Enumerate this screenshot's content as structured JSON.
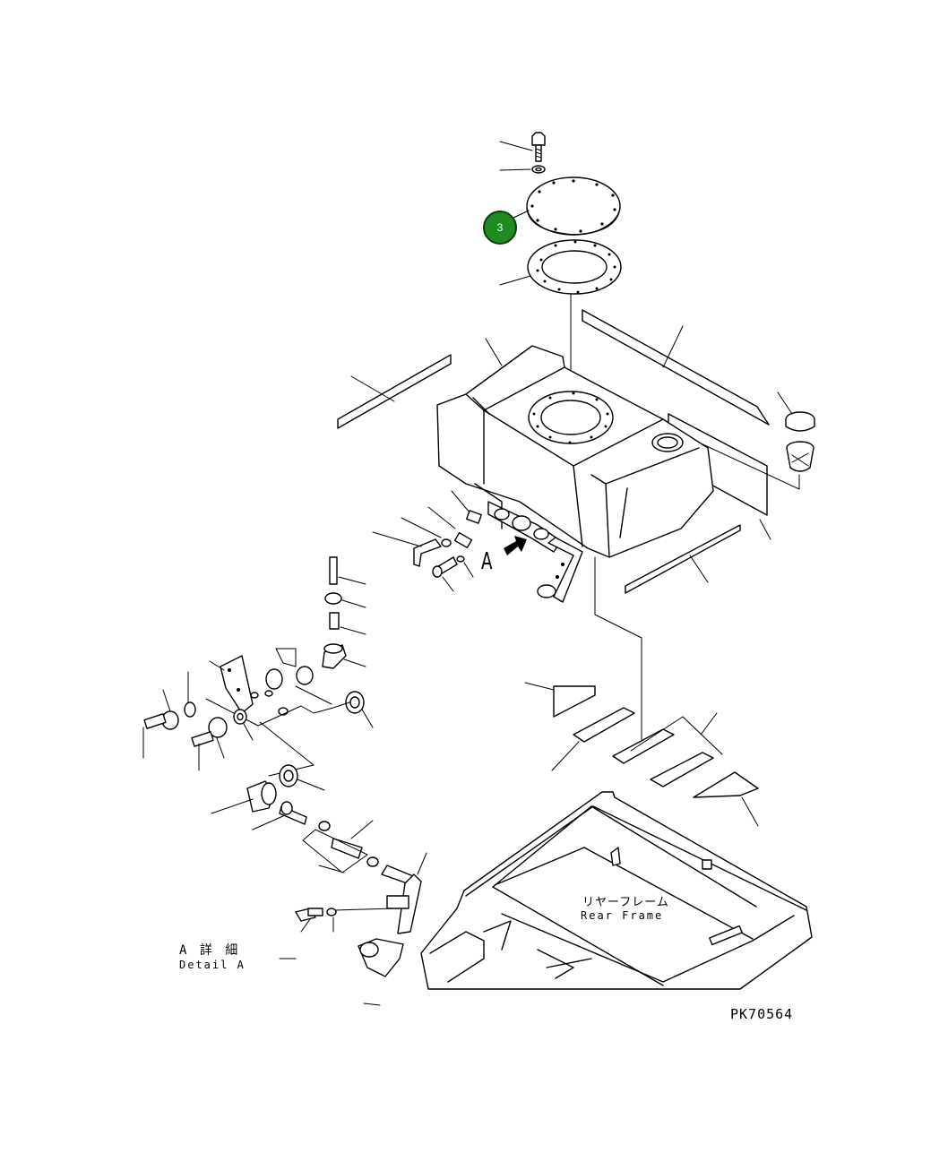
{
  "diagram": {
    "callouts": [
      {
        "label": "3"
      }
    ],
    "labels": {
      "view_arrow": "A",
      "detail_jp": "A 詳 細",
      "detail_en": "Detail A",
      "rear_frame_jp": "リヤーフレーム",
      "rear_frame_en": "Rear Frame",
      "drawing_code": "PK70564"
    },
    "colors": {
      "line": "#000000",
      "background": "#ffffff",
      "callout_fill": "#1f8a1f"
    }
  }
}
